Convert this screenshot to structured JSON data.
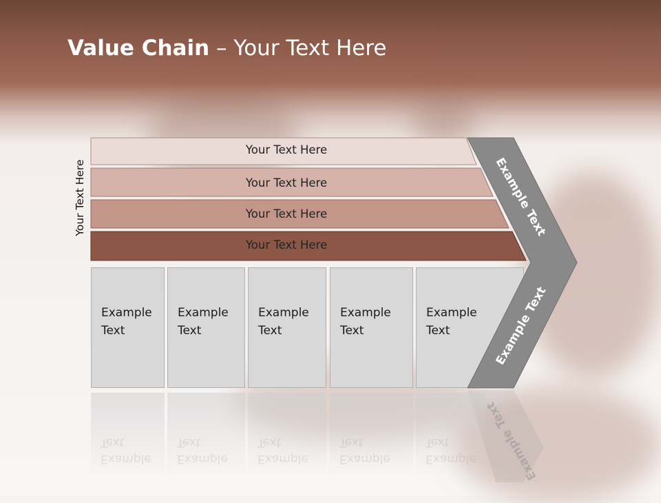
{
  "title": {
    "bold": "Value Chain",
    "rest": " – Your Text Here"
  },
  "side_label": "Your Text Here",
  "bars": [
    {
      "label": "Your Text Here",
      "color": "#ebdbd6"
    },
    {
      "label": "Your Text Here",
      "color": "#d6b3aa"
    },
    {
      "label": "Your Text Here",
      "color": "#c2978a"
    },
    {
      "label": "Your Text Here",
      "color": "#8c5746"
    }
  ],
  "boxes": [
    {
      "line1": "Example",
      "line2": "Text"
    },
    {
      "line1": "Example",
      "line2": "Text"
    },
    {
      "line1": "Example",
      "line2": "Text"
    },
    {
      "line1": "Example",
      "line2": "Text"
    },
    {
      "line1": "Example",
      "line2": "Text"
    }
  ],
  "chevron": {
    "top_label": "Example Text",
    "bottom_label": "Example Text",
    "color": "#898989"
  }
}
